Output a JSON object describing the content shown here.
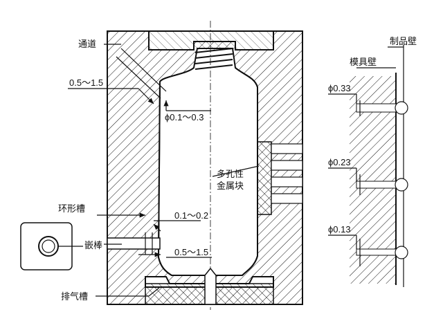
{
  "labels": {
    "channel": "通道",
    "gap_range": "0.5～1.5",
    "hole_dia_range": "ϕ0.1～0.3",
    "porous_metal_line1": "多孔性",
    "porous_metal_line2": "金属块",
    "ring_groove": "环形槽",
    "insert_rod": "嵌棒",
    "insert_gap": "0.1～0.2",
    "insert_depth": "0.5～1.5",
    "vent_groove": "排气槽",
    "product_wall": "制品壁",
    "mold_wall": "模具壁",
    "dia_1": "ϕ0.33",
    "dia_2": "ϕ0.23",
    "dia_3": "ϕ0.13"
  },
  "colors": {
    "ink": "#111111",
    "paper": "#ffffff"
  },
  "icons": [
    "hatch-pattern",
    "circle-insert-icon"
  ]
}
